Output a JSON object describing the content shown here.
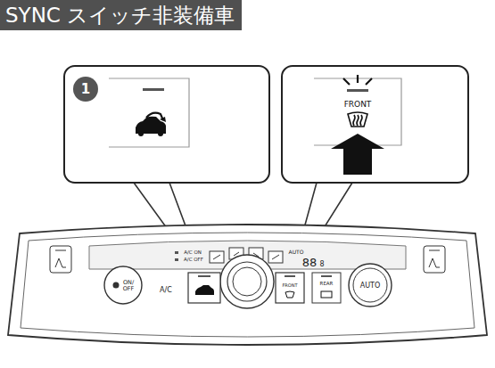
{
  "diagram": {
    "title": "SYNC スイッチ非装備車",
    "labels": [
      "1",
      "FRONT",
      "ON/ OFF",
      "A/C",
      "A/C ON",
      "A/C OFF",
      "AUTO",
      "88",
      "8",
      "FRONT",
      "REAR",
      "AUTO"
    ]
  }
}
